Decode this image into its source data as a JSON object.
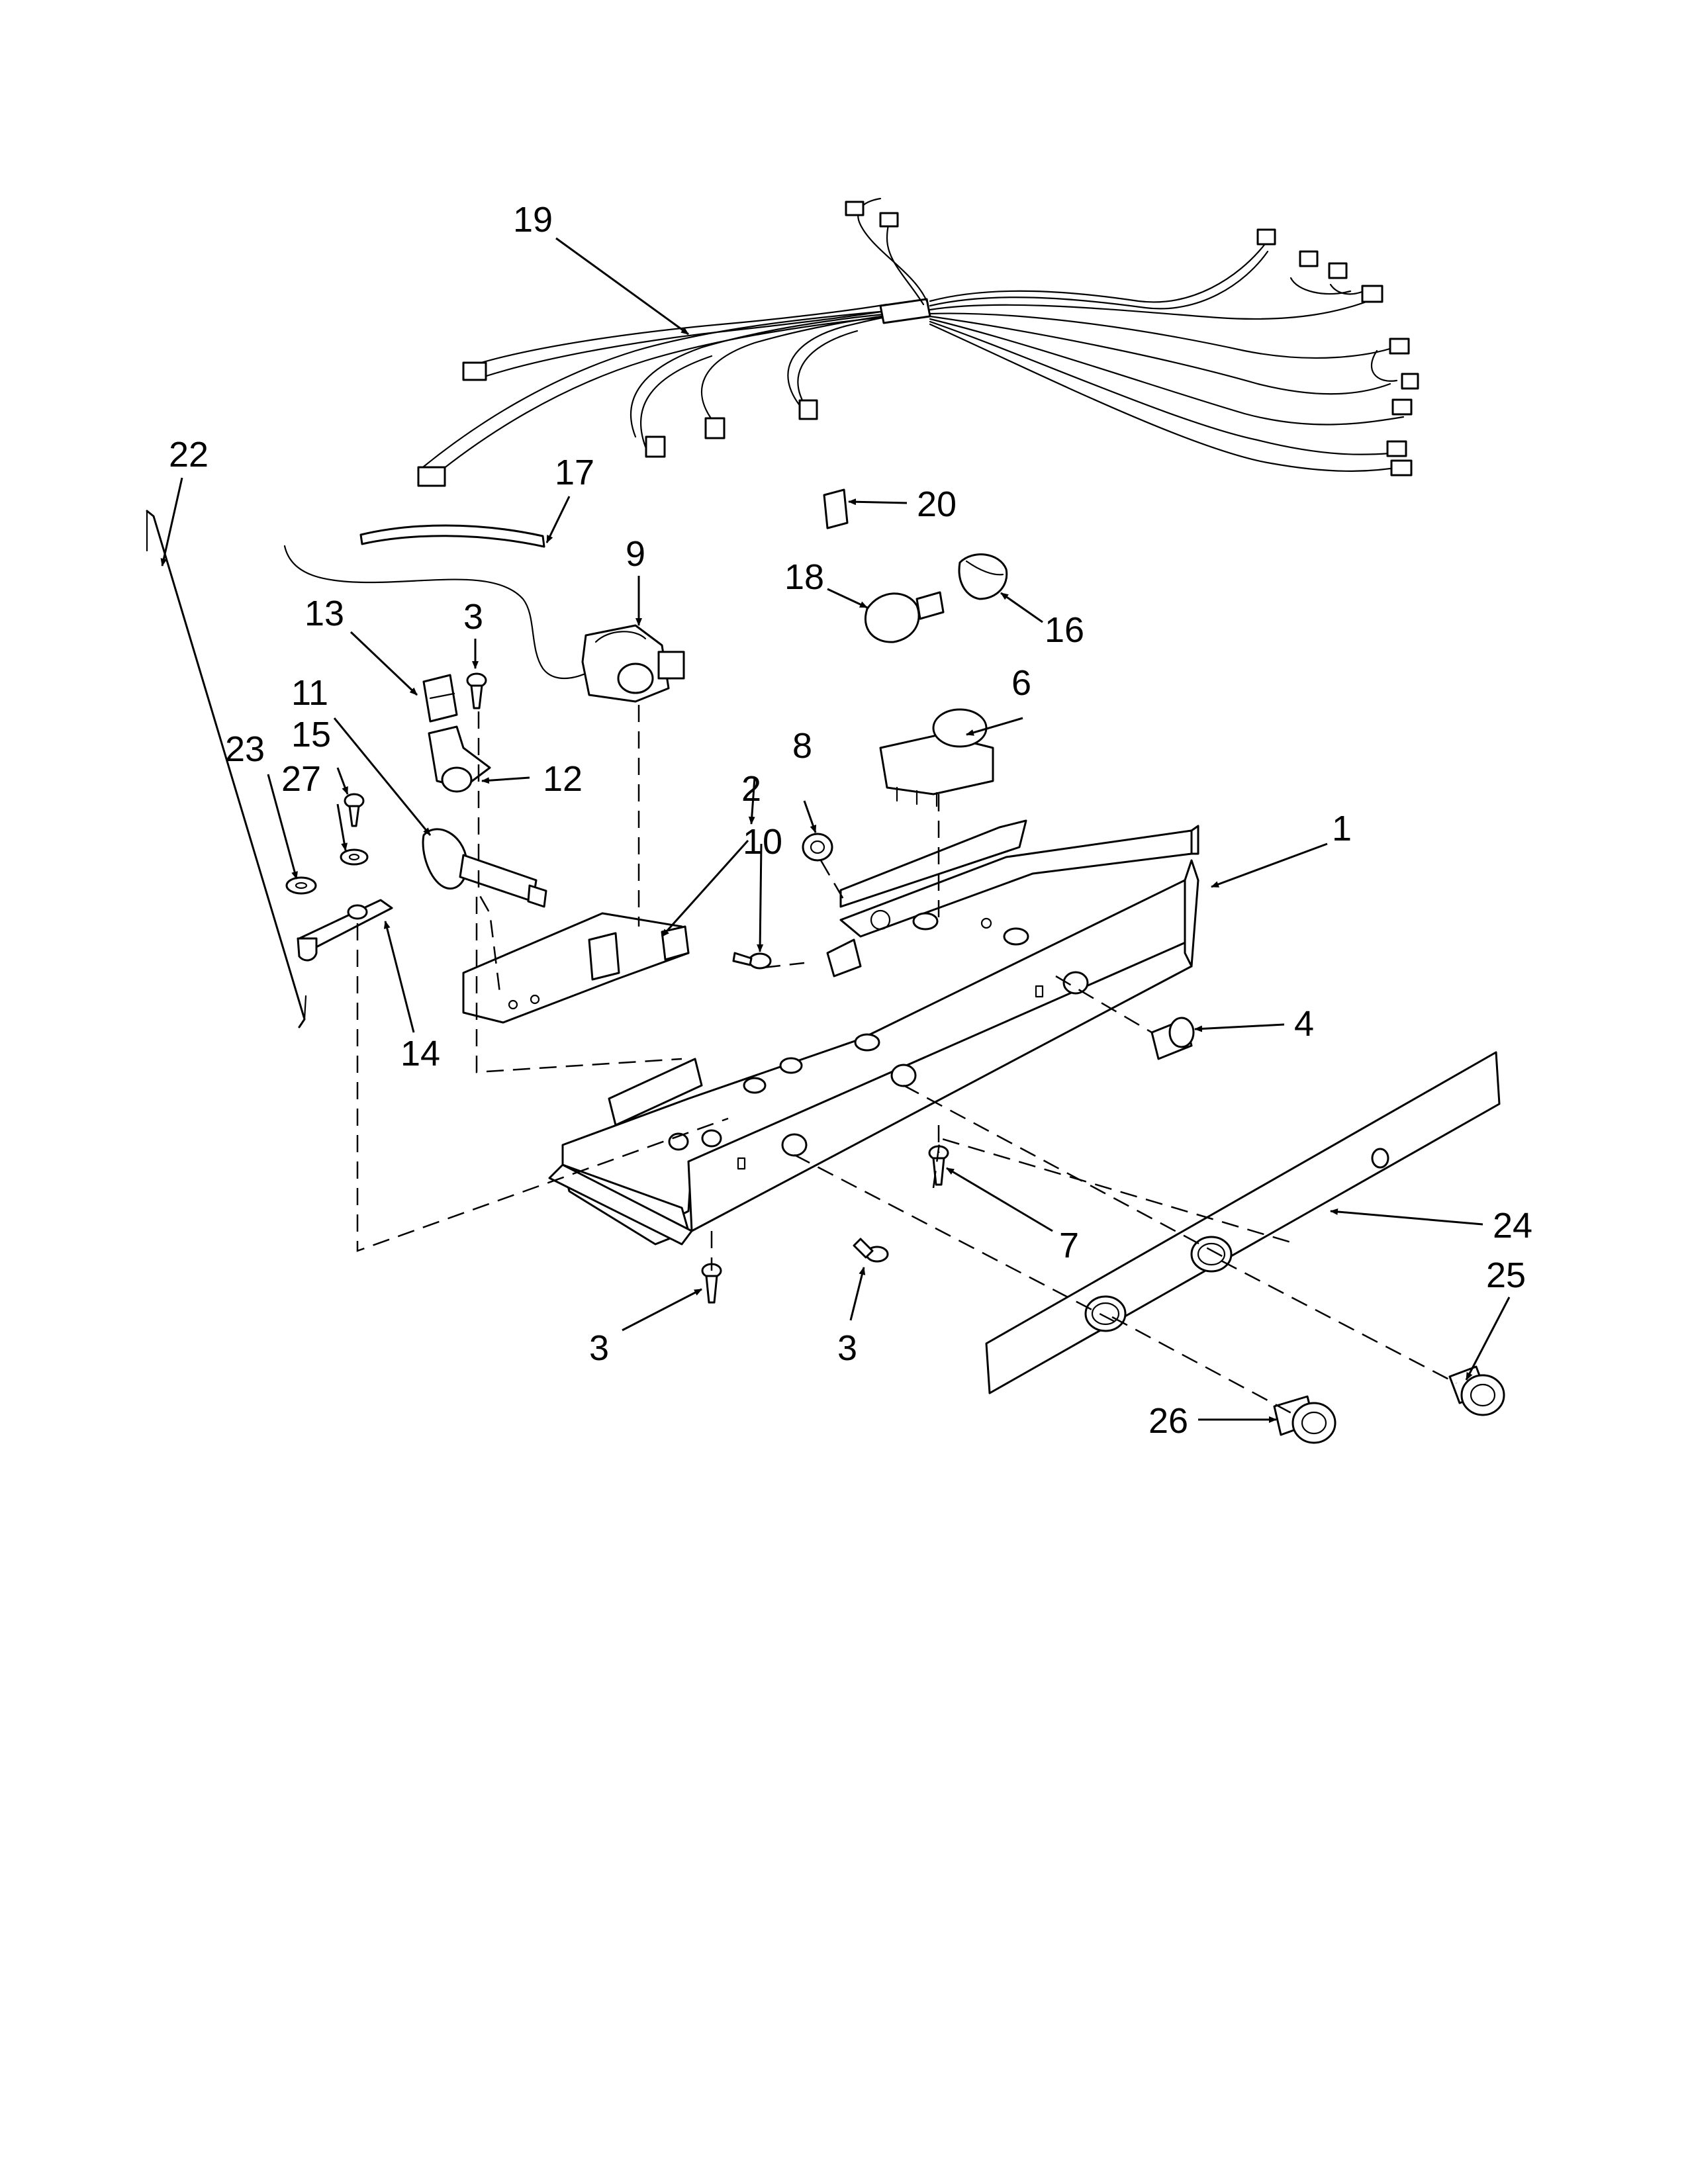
{
  "callouts": [
    {
      "id": "c1",
      "label": "1"
    },
    {
      "id": "c2",
      "label": "2"
    },
    {
      "id": "c3a",
      "label": "3"
    },
    {
      "id": "c3b",
      "label": "3"
    },
    {
      "id": "c3c",
      "label": "3"
    },
    {
      "id": "c4",
      "label": "4"
    },
    {
      "id": "c6",
      "label": "6"
    },
    {
      "id": "c7",
      "label": "7"
    },
    {
      "id": "c8",
      "label": "8"
    },
    {
      "id": "c9",
      "label": "9"
    },
    {
      "id": "c10",
      "label": "10"
    },
    {
      "id": "c11",
      "label": "11"
    },
    {
      "id": "c12",
      "label": "12"
    },
    {
      "id": "c13",
      "label": "13"
    },
    {
      "id": "c14",
      "label": "14"
    },
    {
      "id": "c15",
      "label": "15"
    },
    {
      "id": "c16",
      "label": "16"
    },
    {
      "id": "c17",
      "label": "17"
    },
    {
      "id": "c18",
      "label": "18"
    },
    {
      "id": "c19",
      "label": "19"
    },
    {
      "id": "c20",
      "label": "20"
    },
    {
      "id": "c22",
      "label": "22"
    },
    {
      "id": "c23",
      "label": "23"
    },
    {
      "id": "c24",
      "label": "24"
    },
    {
      "id": "c25",
      "label": "25"
    },
    {
      "id": "c26",
      "label": "26"
    },
    {
      "id": "c27",
      "label": "27"
    }
  ]
}
